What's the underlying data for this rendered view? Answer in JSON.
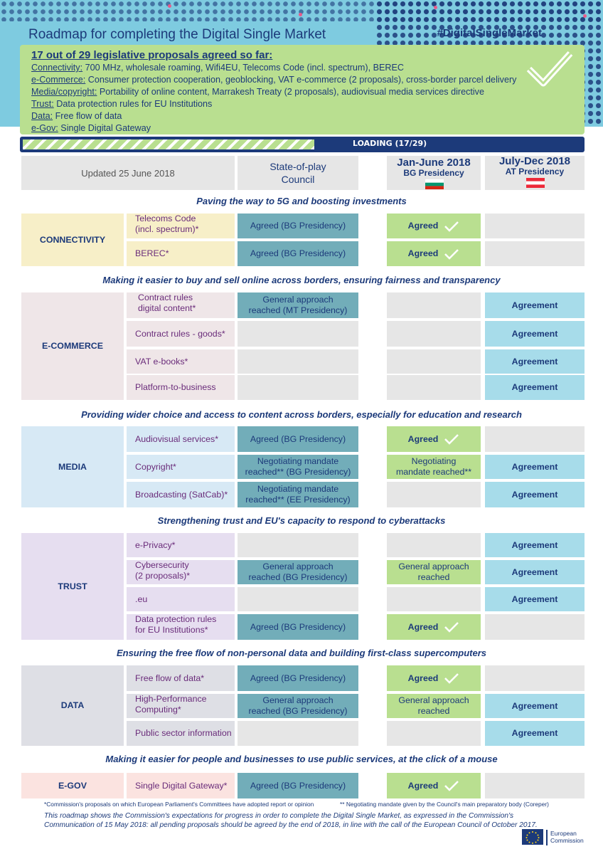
{
  "header": {
    "title": "Roadmap for completing the Digital Single Market",
    "hashtag": "#DigitalSingleMarket"
  },
  "summary": {
    "heading": "17 out of 29 legislative proposals agreed so far:",
    "lines": [
      {
        "key": "Connectivity:",
        "text": " 700 MHz, wholesale roaming, Wifi4EU, Telecoms Code (incl. spectrum), BEREC"
      },
      {
        "key": "e-Commerce:",
        "text": " Consumer protection cooperation, geoblocking, VAT e-commerce (2 proposals), cross-border parcel delivery"
      },
      {
        "key": "Media/copyright:",
        "text": " Portability of online content, Marrakesh Treaty (2 proposals), audiovisual media services directive"
      },
      {
        "key": "Trust:",
        "text": " Data protection rules for EU Institutions"
      },
      {
        "key": "Data:",
        "text": " Free flow of data"
      },
      {
        "key": "e-Gov:",
        "text": " Single Digital Gateway"
      }
    ],
    "loading_label": "LOADING (17/29)",
    "loading_progress": 0.586
  },
  "columns": {
    "updated": "Updated 25 June 2018",
    "council_1": "State-of-play",
    "council_2": "Council",
    "jan_title": "Jan-June 2018",
    "jan_sub": "BG Presidency",
    "jul_title": "July-Dec 2018",
    "jul_sub": "AT Presidency"
  },
  "subheads": {
    "connectivity": "Paving the way to 5G and boosting investments",
    "ecommerce": "Making it easier to buy and sell online across borders, ensuring fairness and transparency",
    "media": "Providing wider choice and access to content across borders, especially for education and research",
    "trust": "Strengthening trust and EU's capacity to respond to cyberattacks",
    "data": "Ensuring the free flow of non-personal data and building first-class supercomputers",
    "egov": "Making it easier for people and businesses to use public services, at the click of a mouse"
  },
  "sections": {
    "connectivity": "CONNECTIVITY",
    "ecommerce": "E-COMMERCE",
    "media": "MEDIA",
    "trust": "TRUST",
    "data": "DATA",
    "egov": "E-GOV"
  },
  "items": {
    "telecoms_1": "Telecoms Code",
    "telecoms_2": "(incl. spectrum)*",
    "berec": "BEREC*",
    "contract_digital_1": "Contract rules",
    "contract_digital_2": "digital content*",
    "contract_goods": "Contract rules - goods*",
    "vat_ebooks": "VAT e-books*",
    "p2b": "Platform-to-business",
    "audiovisual": "Audiovisual services*",
    "copyright": "Copyright*",
    "broadcasting": "Broadcasting (SatCab)*",
    "eprivacy": "e-Privacy*",
    "cyber_1": "Cybersecurity",
    "cyber_2": "(2 proposals)*",
    "eu": ".eu",
    "dpr_1": "Data protection rules",
    "dpr_2": "for EU Institutions*",
    "freeflow": "Free flow of data*",
    "hpc_1": "High-Performance",
    "hpc_2": "Computing*",
    "psi": "Public sector information",
    "sdg": "Single Digital Gateway*"
  },
  "statuses": {
    "agreed_bg": "Agreed (BG Presidency)",
    "ga_mt_1": "General approach",
    "ga_mt_2": "reached (MT Presidency)",
    "nm_1": "Negotiating mandate",
    "nm_bg_2": "reached** (BG Presidency)",
    "nm_ee_2": "reached** (EE Presidency)",
    "ga_bg_1": "General approach",
    "ga_bg_2": "reached (BG Presidency)",
    "agreed": "Agreed",
    "agreement": "Agreement",
    "jan_nm_1": "Negotiating",
    "jan_nm_2": "mandate reached**",
    "jan_ga_1": "General approach",
    "jan_ga_2": "reached"
  },
  "footer": {
    "note1": "*Commission's proposals on which European Parliament's Committees have adopted report or opinion",
    "note2": "** Negotiating mandate given by the Council's main preparatory body (Coreper)",
    "body": "This roadmap shows the Commission's expectations for progress in order to complete the Digital Single Market, as expressed in the Commission's Communication of 15 May 2018: all pending proposals should be agreed by the end of 2018, in line with the call of the European Council of October 2017.",
    "logo_1": "European",
    "logo_2": "Commission"
  }
}
